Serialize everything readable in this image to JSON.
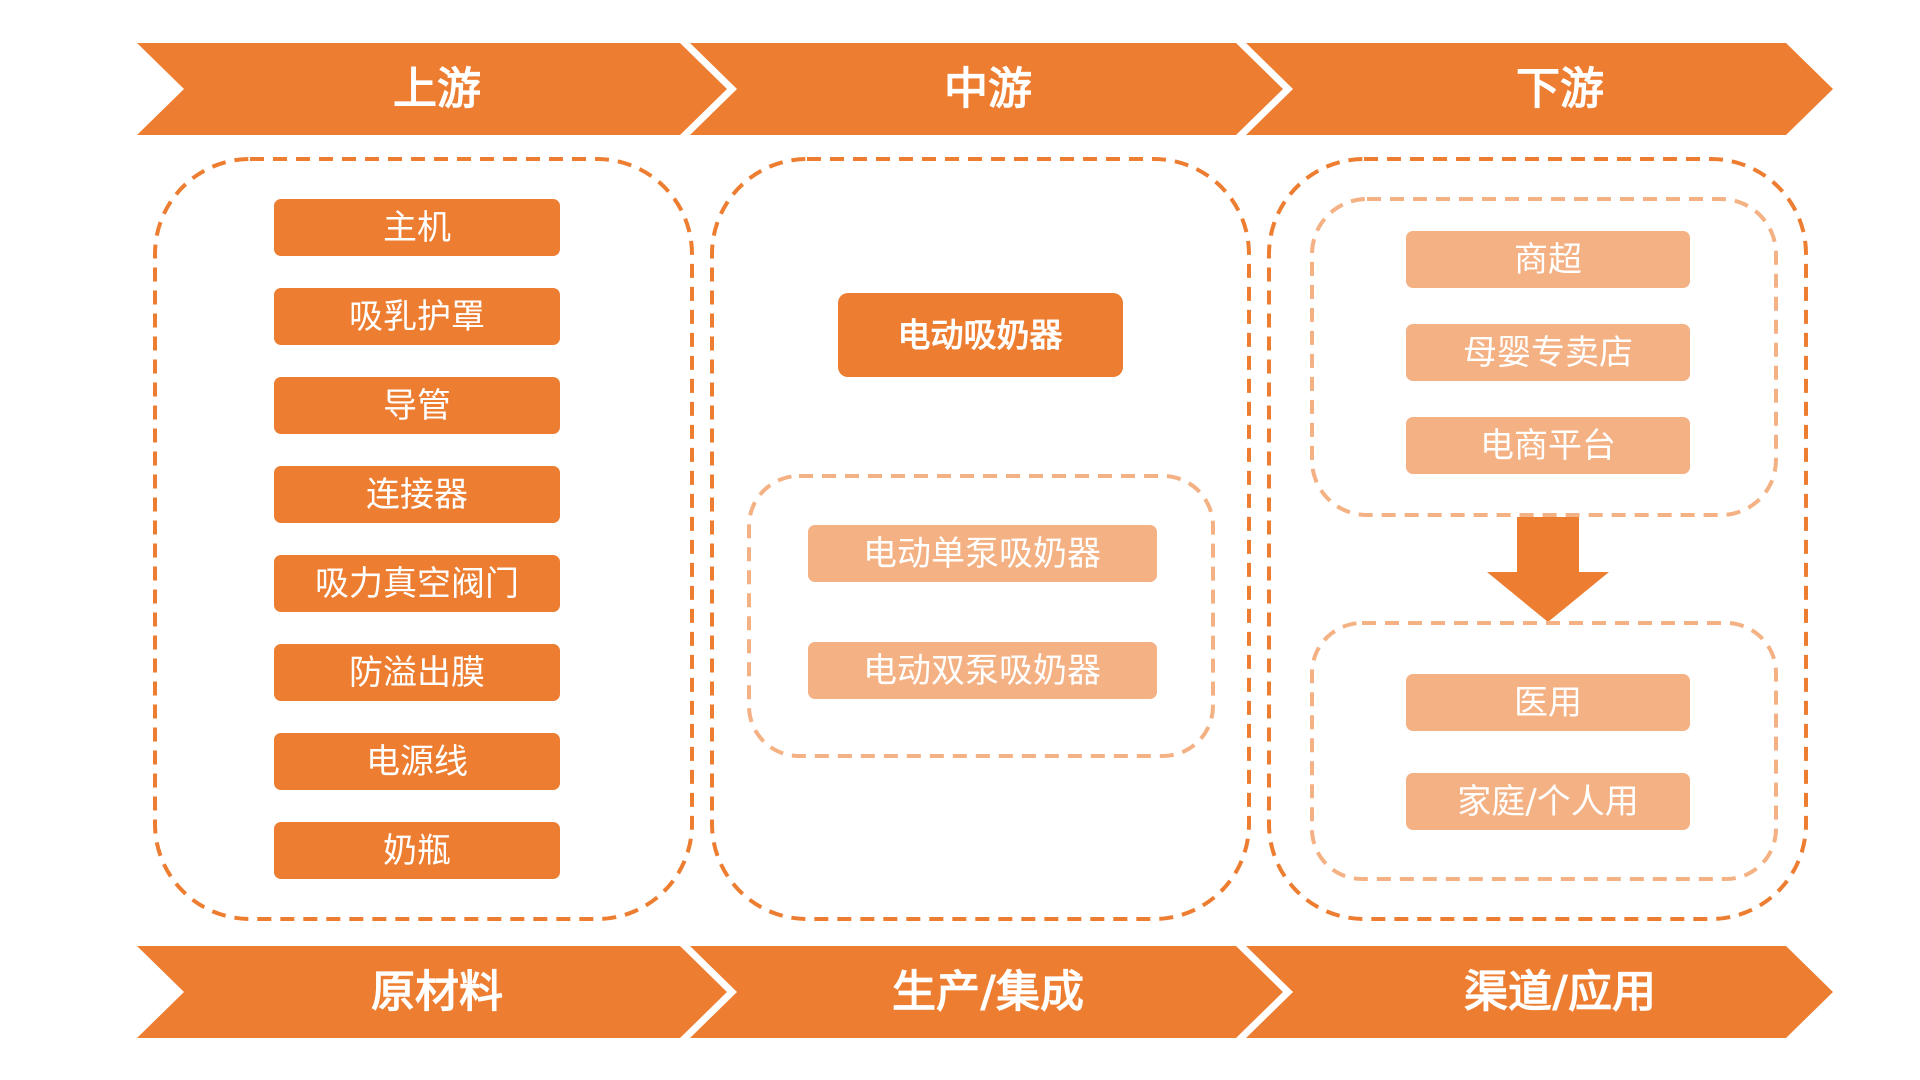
{
  "colors": {
    "accent": "#ED7D31",
    "light": "#F4B183",
    "white": "#FFFFFF"
  },
  "header": {
    "upstream": "上游",
    "midstream": "中游",
    "downstream": "下游"
  },
  "footer": {
    "upstream": "原材料",
    "midstream": "生产/集成",
    "downstream": "渠道/应用"
  },
  "upstream": {
    "items": [
      "主机",
      "吸乳护罩",
      "导管",
      "连接器",
      "吸力真空阀门",
      "防溢出膜",
      "电源线",
      "奶瓶"
    ]
  },
  "midstream": {
    "main": "电动吸奶器",
    "types": [
      "电动单泵吸奶器",
      "电动双泵吸奶器"
    ]
  },
  "downstream": {
    "channels": [
      "商超",
      "母婴专卖店",
      "电商平台"
    ],
    "applications": [
      "医用",
      "家庭/个人用"
    ]
  }
}
